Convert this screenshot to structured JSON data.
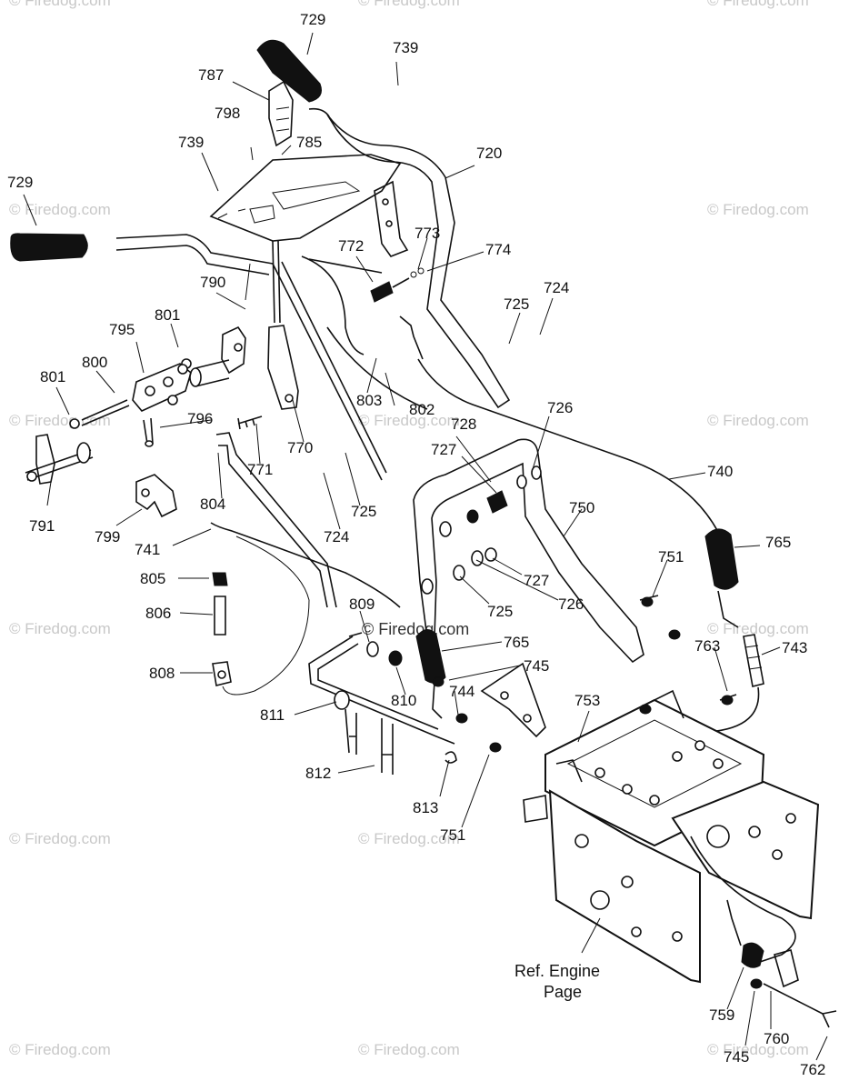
{
  "watermark": "© Firedog.com",
  "ref_engine": {
    "line1": "Ref. Engine",
    "line2": "Page"
  },
  "labels": {
    "729a": "729",
    "739a": "739",
    "787": "787",
    "798": "798",
    "785": "785",
    "739b": "739",
    "720": "720",
    "729b": "729",
    "772": "772",
    "773": "773",
    "774": "774",
    "725a": "725",
    "724a": "724",
    "790": "790",
    "801a": "801",
    "795": "795",
    "800": "800",
    "801b": "801",
    "803": "803",
    "802": "802",
    "726a": "726",
    "728": "728",
    "727a": "727",
    "796": "796",
    "770": "770",
    "771": "771",
    "740": "740",
    "791": "791",
    "804": "804",
    "725b": "725",
    "724b": "724",
    "750": "750",
    "765a": "765",
    "799": "799",
    "741": "741",
    "751a": "751",
    "727b": "727",
    "805": "805",
    "726b": "726",
    "725c": "725",
    "806": "806",
    "809": "809",
    "765b": "765",
    "763": "763",
    "743": "743",
    "808": "808",
    "745a": "745",
    "744": "744",
    "810": "810",
    "753": "753",
    "811": "811",
    "812": "812",
    "813": "813",
    "751b": "751",
    "759": "759",
    "760": "760",
    "745b": "745",
    "762": "762"
  }
}
